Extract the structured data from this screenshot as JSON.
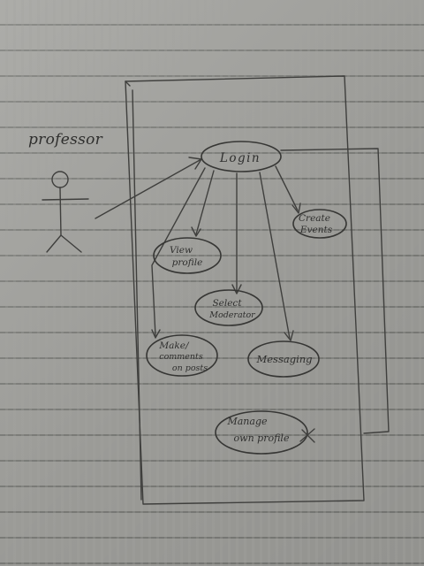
{
  "actor": {
    "label": "professor"
  },
  "use_cases": {
    "login": "Login",
    "create_events": [
      "Create",
      "Events"
    ],
    "view_profile": [
      "View",
      "profile"
    ],
    "select_moderator": [
      "Select",
      "Moderator"
    ],
    "make_comments": [
      "Make/",
      "comments",
      "on posts"
    ],
    "messaging": "Messaging",
    "manage_profile": [
      "Manage",
      "own profile"
    ]
  },
  "colors": {
    "paper": "#a3a39f",
    "rule_lines": "#7f807c",
    "pencil": "#3f3f3d"
  }
}
